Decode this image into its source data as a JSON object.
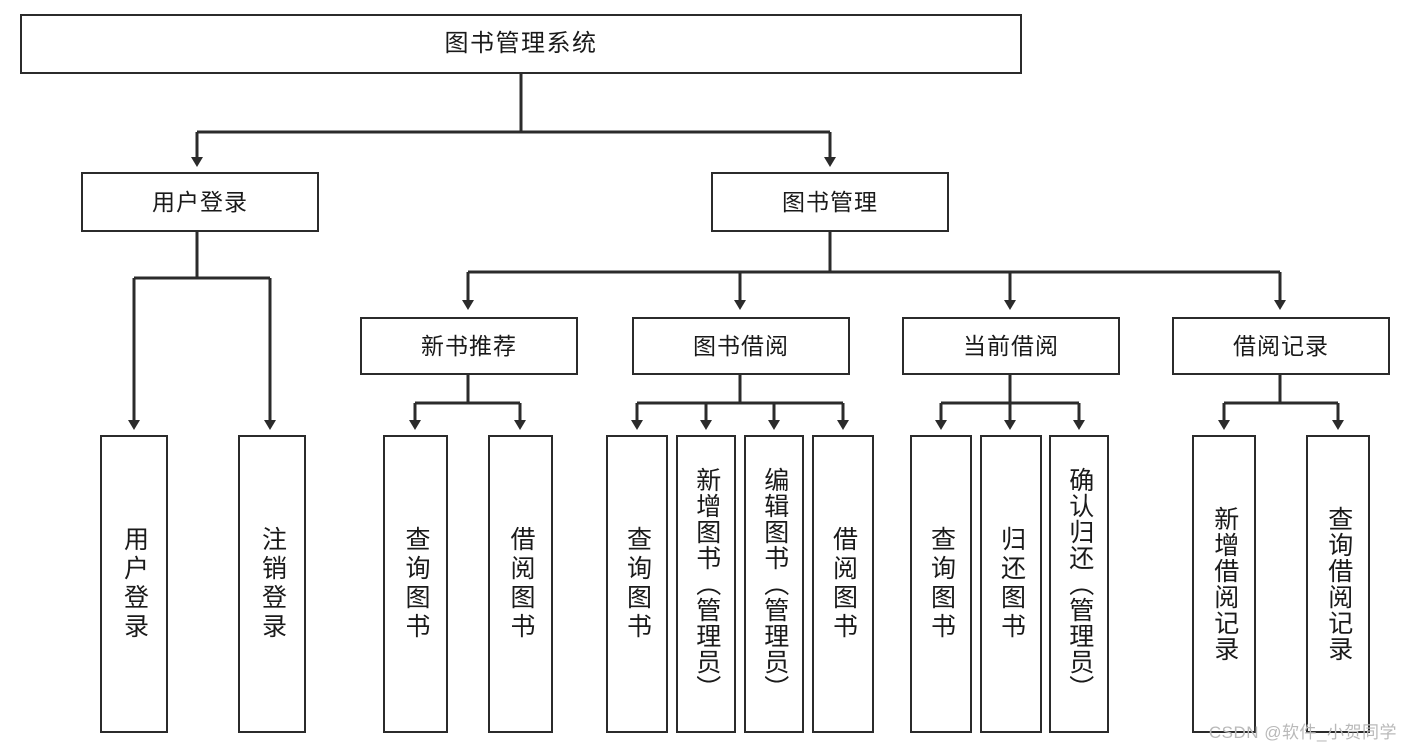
{
  "diagram": {
    "title": "图书管理系统",
    "type": "hierarchy-tree",
    "root": {
      "id": "root",
      "label": "图书管理系统"
    },
    "level2": [
      {
        "id": "user-login",
        "label": "用户登录"
      },
      {
        "id": "book-manage",
        "label": "图书管理"
      }
    ],
    "level3": [
      {
        "id": "new-book-recommend",
        "label": "新书推荐",
        "parent": "book-manage"
      },
      {
        "id": "book-borrow",
        "label": "图书借阅",
        "parent": "book-manage"
      },
      {
        "id": "current-borrow",
        "label": "当前借阅",
        "parent": "book-manage"
      },
      {
        "id": "borrow-record",
        "label": "借阅记录",
        "parent": "book-manage"
      }
    ],
    "leaves": [
      {
        "id": "leaf-user-login",
        "label": "用户登录",
        "parent": "user-login"
      },
      {
        "id": "leaf-logout",
        "label": "注销登录",
        "parent": "user-login"
      },
      {
        "id": "leaf-query-book-1",
        "label": "查询图书",
        "parent": "new-book-recommend"
      },
      {
        "id": "leaf-borrow-book-1",
        "label": "借阅图书",
        "parent": "new-book-recommend"
      },
      {
        "id": "leaf-query-book-2",
        "label": "查询图书",
        "parent": "book-borrow"
      },
      {
        "id": "leaf-add-book",
        "label": "新增图书（管理员）",
        "parent": "book-borrow"
      },
      {
        "id": "leaf-edit-book",
        "label": "编辑图书（管理员）",
        "parent": "book-borrow"
      },
      {
        "id": "leaf-borrow-book-2",
        "label": "借阅图书",
        "parent": "book-borrow"
      },
      {
        "id": "leaf-query-book-3",
        "label": "查询图书",
        "parent": "current-borrow"
      },
      {
        "id": "leaf-return-book",
        "label": "归还图书",
        "parent": "current-borrow"
      },
      {
        "id": "leaf-confirm-return",
        "label": "确认归还（管理员）",
        "parent": "current-borrow"
      },
      {
        "id": "leaf-add-record",
        "label": "新增借阅记录",
        "parent": "borrow-record"
      },
      {
        "id": "leaf-query-record",
        "label": "查询借阅记录",
        "parent": "borrow-record"
      }
    ],
    "watermark": "CSDN @软件_小贺同学",
    "colors": {
      "stroke": "#2b2b2b",
      "fill": "#ffffff",
      "text": "#1a1a1a",
      "watermark": "#b9b9b9"
    }
  }
}
